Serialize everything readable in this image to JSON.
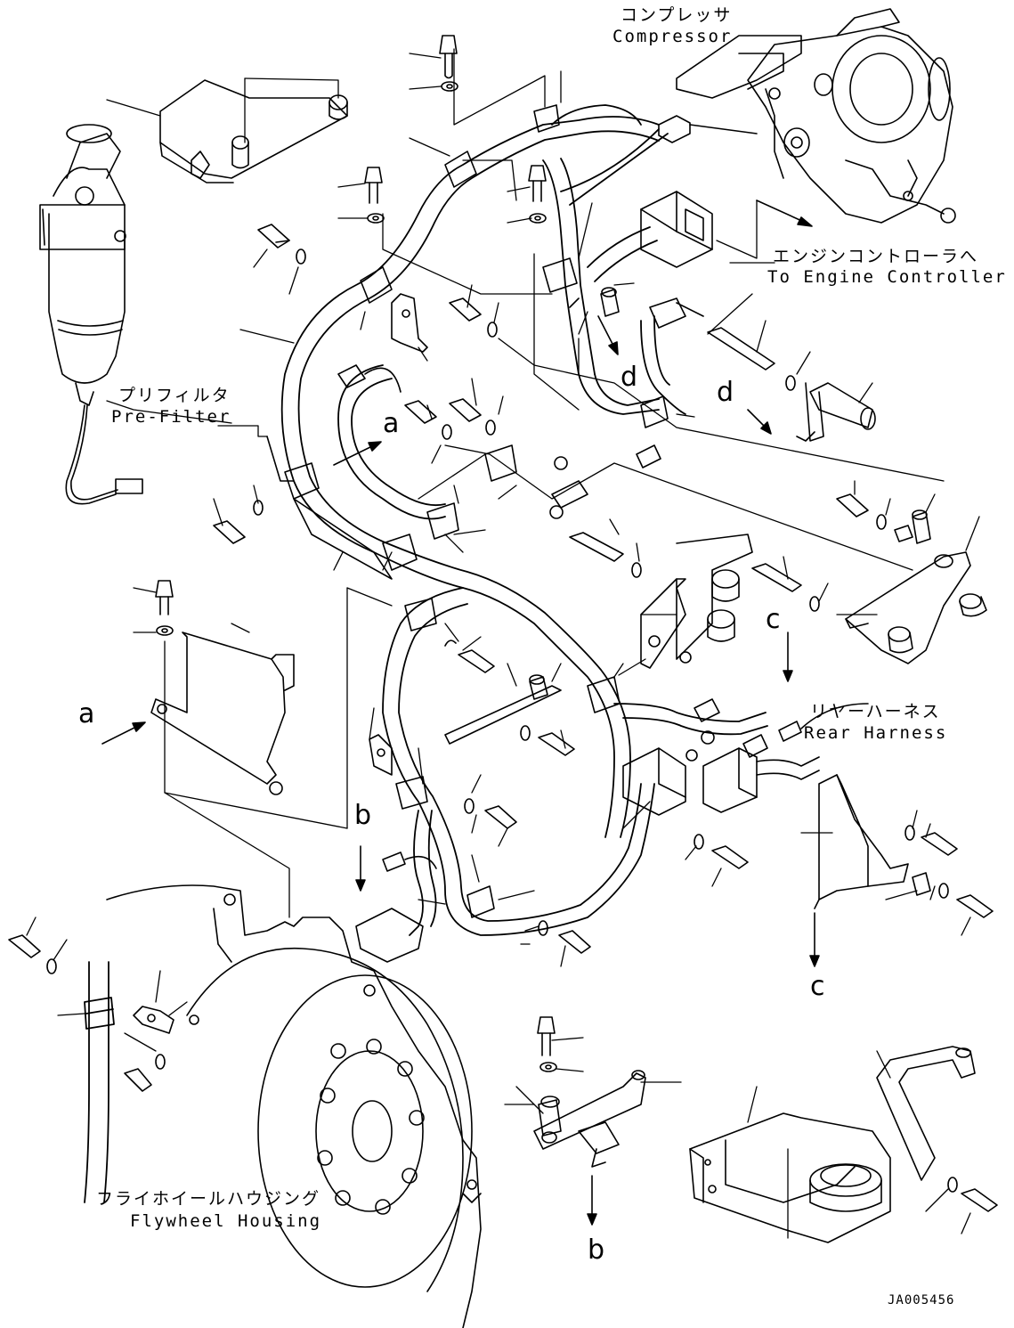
{
  "labels": {
    "compressor_jp": "コンプレッサ",
    "compressor_en": "Compressor",
    "engine_controller_jp": "エンジンコントローラへ",
    "engine_controller_en": "To Engine Controller",
    "prefilter_jp": "プリフィルタ",
    "prefilter_en": "Pre-Filter",
    "rear_harness_jp": "リヤーハーネス",
    "rear_harness_en": "Rear Harness",
    "flywheel_jp": "フライホイールハウジング",
    "flywheel_en": "Flywheel Housing"
  },
  "callouts": {
    "a1": "a",
    "a2": "a",
    "b1": "b",
    "b2": "b",
    "c1": "c",
    "c2": "c",
    "d1": "d",
    "d2": "d"
  },
  "drawing_number": "JA005456",
  "colors": {
    "line": "#000000",
    "background": "#ffffff"
  }
}
